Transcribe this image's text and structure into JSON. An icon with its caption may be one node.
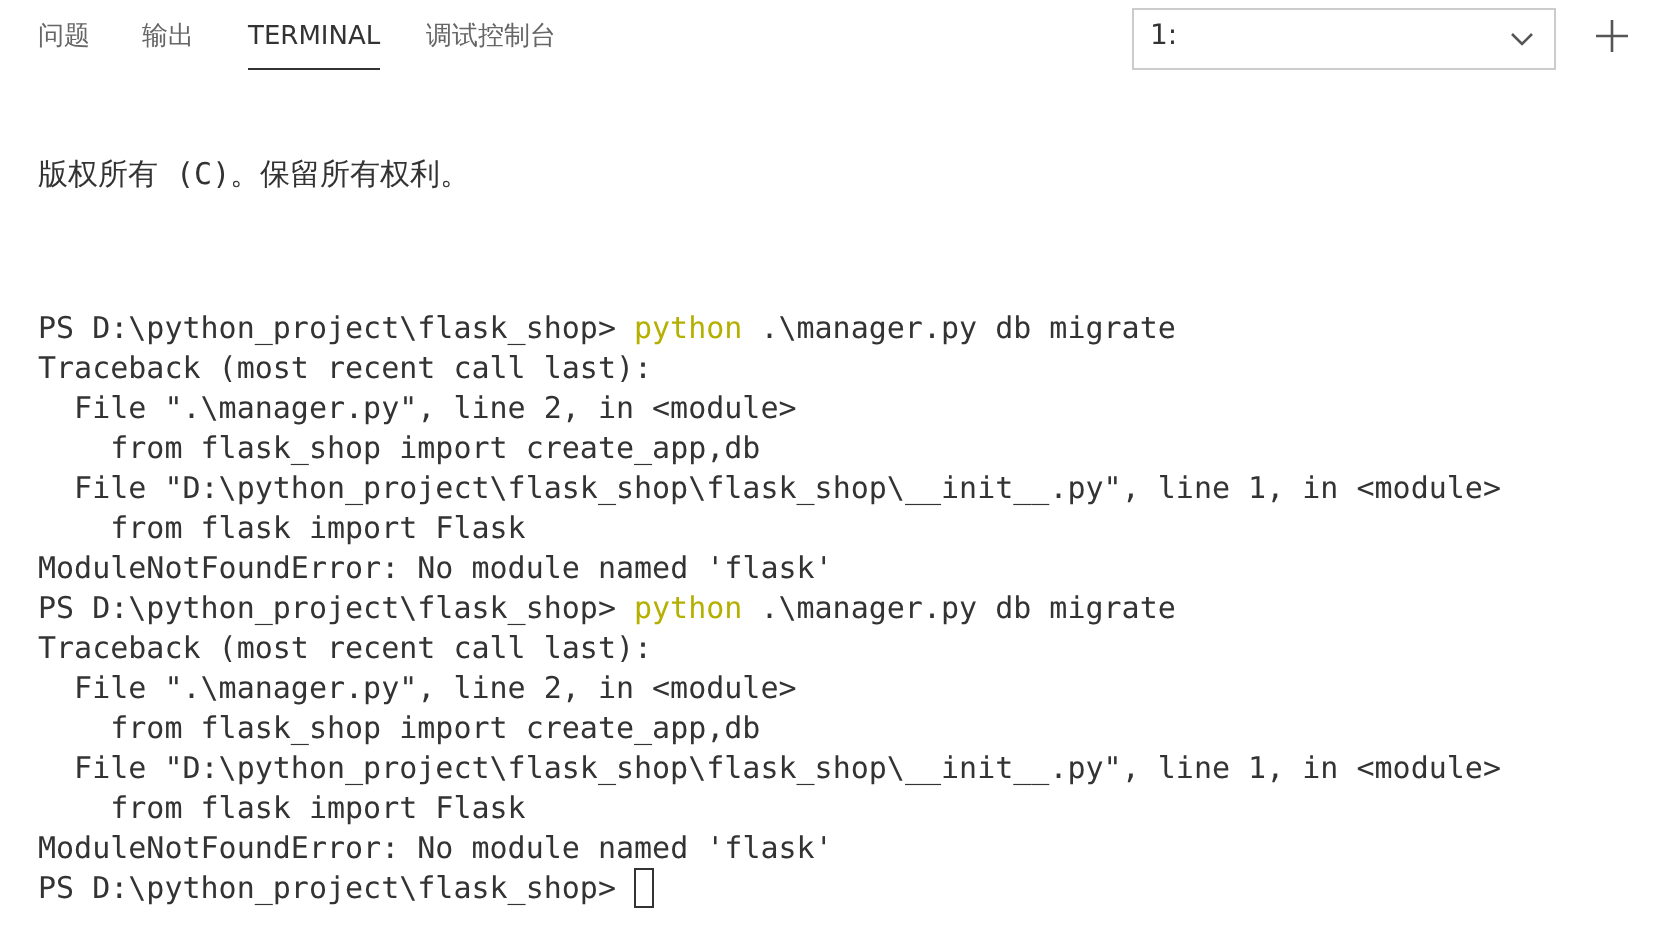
{
  "diagram": {
    "nodes": [
      {
        "text": [
          "1:"
        ]
      }
    ],
    "labels": [
      "问题",
      "输出",
      "TERMINAL",
      "调试控制台",
      "版权所有 (C)。保留所有权利。",
      "PS D:\\python_project\\flask_shop>",
      "python",
      ".\\manager.py db migrate",
      "Traceback (most recent call last):",
      "File \".\\manager.py\", line 2, in <module>",
      "from flask_shop import create_app,db",
      "File \"D:\\python_project\\flask_shop\\flask_shop\\__init__.py\", line 1, in <module>",
      "from flask import Flask",
      "ModuleNotFoundError: No module named 'flask'",
      "PS D:\\python_project\\flask_shop>",
      "python",
      ".\\manager.py db migrate",
      "Traceback (most recent call last):",
      "File \".\\manager.py\", line 2, in <module>",
      "from flask_shop import create_app,db",
      "File \"D:\\python_project\\flask_shop\\flask_shop\\__init__.py\", line 1, in <module>",
      "from flask import Flask",
      "ModuleNotFoundError: No module named 'flask'",
      "PS D:\\python_project\\flask_shop>"
    ]
  }
}
